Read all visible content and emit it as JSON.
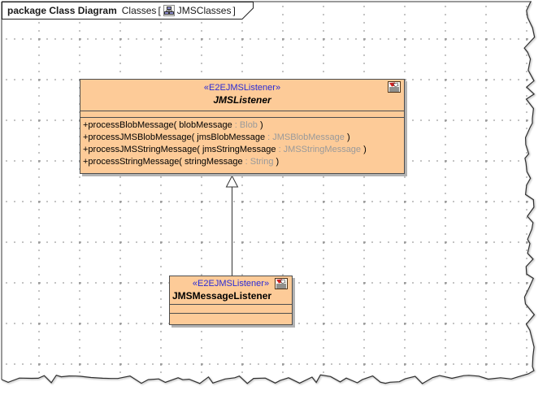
{
  "frame": {
    "header": {
      "kind_label": "package Class Diagram",
      "context_label": "Classes",
      "open_bracket": "[",
      "diagram_icon": "class-diagram-icon",
      "diagram_name": "JMSClasses",
      "close_bracket": "]"
    }
  },
  "diagram": {
    "classes": [
      {
        "stereotype": "«E2EJMSListener»",
        "name": "JMSListener",
        "is_abstract": true,
        "badge_icon": "e2e-model-icon",
        "attributes": [],
        "operations": [
          {
            "pre": "+processBlobMessage( blobMessage ",
            "type": ": Blob",
            "post": " )"
          },
          {
            "pre": "+processJMSBlobMessage( jmsBlobMessage ",
            "type": ": JMSBlobMessage",
            "post": " )"
          },
          {
            "pre": "+processJMSStringMessage( jmsStringMessage ",
            "type": ": JMSStringMessage",
            "post": " )"
          },
          {
            "pre": "+processStringMessage( stringMessage ",
            "type": ": String",
            "post": " )"
          }
        ]
      },
      {
        "stereotype": "«E2EJMSListener»",
        "name": "JMSMessageListener",
        "is_abstract": false,
        "badge_icon": "e2e-model-icon",
        "attributes": [],
        "operations": []
      }
    ],
    "relationships": [
      {
        "type": "generalization",
        "from": "JMSMessageListener",
        "to": "JMSListener"
      }
    ]
  },
  "colors": {
    "class_fill": "#FDCB98",
    "class_border": "#4D4D4D",
    "stereotype_text": "#2B2BD5",
    "parameter_type_text": "#9A9A9A",
    "box_shadow": "#B2B2B2",
    "grid_dot": "#ABABAB",
    "frame_line": "#333333"
  }
}
